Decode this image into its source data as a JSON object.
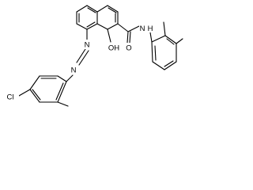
{
  "molecule": {
    "atoms": {
      "N_azo_1": "N",
      "N_azo_2": "N",
      "OH": "OH",
      "O_carbonyl": "O",
      "NH_amide": "N",
      "H_amide": "H",
      "Cl": "Cl"
    }
  },
  "colors": {
    "bond": "#000000",
    "text": "#000000",
    "background": "#ffffff"
  }
}
